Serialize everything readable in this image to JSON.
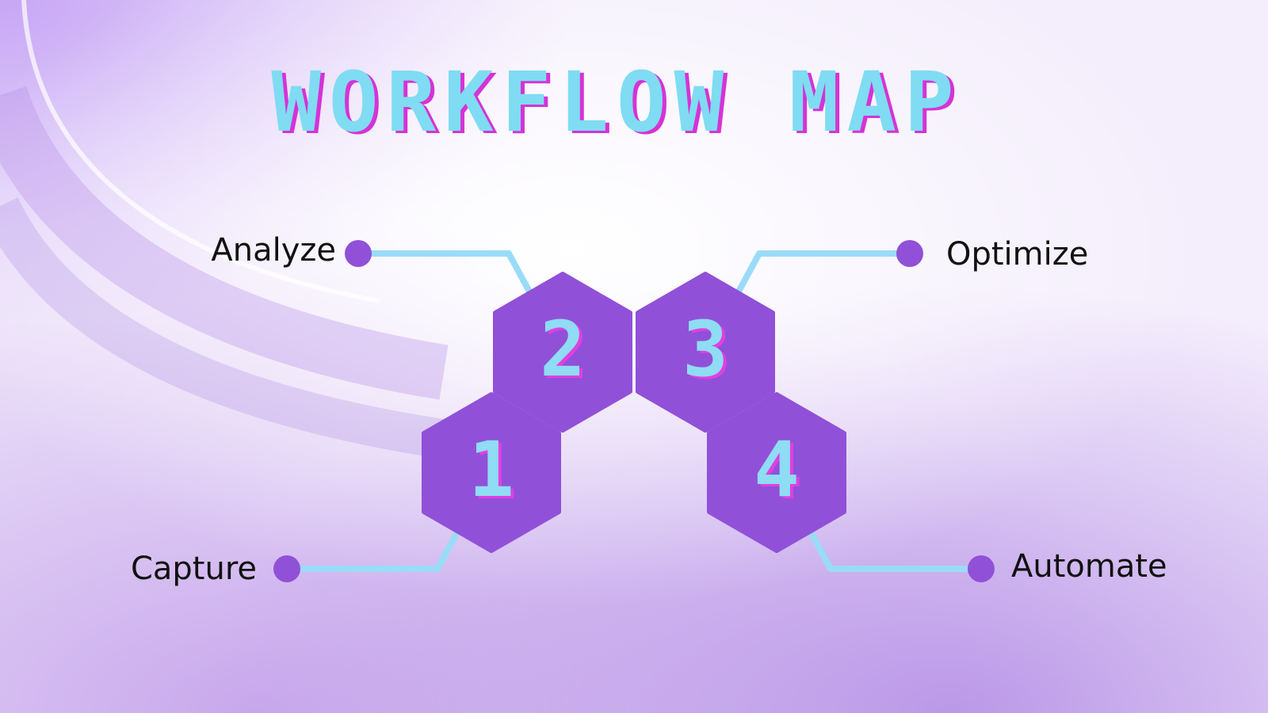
{
  "title": "WORKFLOW MAP",
  "colors": {
    "hex_fill": "#9150d8",
    "connector": "#9adcf8",
    "dot": "#9150d8",
    "title_fill": "#7fdcf2",
    "title_shadow": "#d632d6",
    "number_fill": "#8fdcf5",
    "number_shadow": "#e040e0",
    "label": "#111111"
  },
  "steps": [
    {
      "number": "1",
      "label": "Capture"
    },
    {
      "number": "2",
      "label": "Analyze"
    },
    {
      "number": "3",
      "label": "Optimize"
    },
    {
      "number": "4",
      "label": "Automate"
    }
  ]
}
